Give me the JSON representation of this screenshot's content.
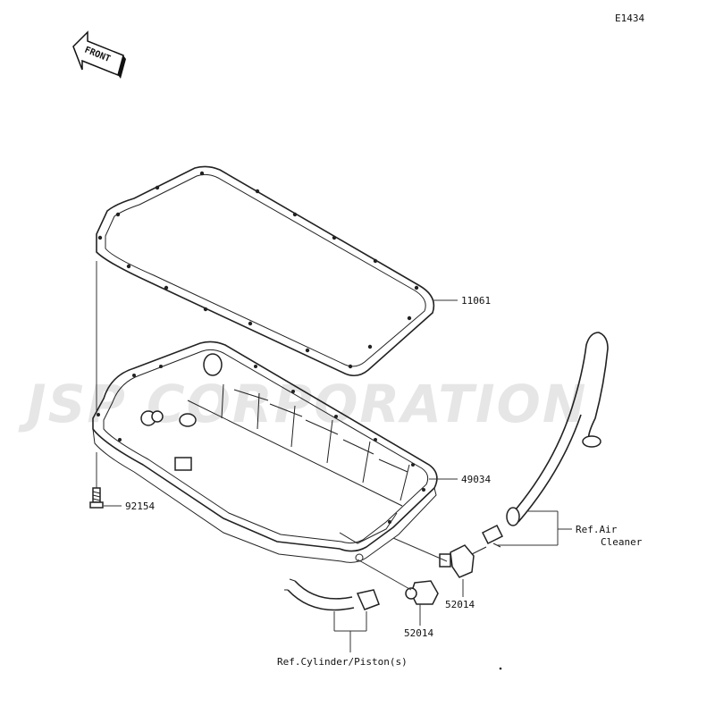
{
  "diagram": {
    "code": "E1434",
    "front_label": "FRONT",
    "watermark": "JSP CORPORATION",
    "parts": [
      {
        "number": "11061"
      },
      {
        "number": "49034"
      },
      {
        "number": "92154"
      },
      {
        "number": "52014"
      },
      {
        "number": "52014"
      }
    ],
    "references": {
      "air_cleaner_line1": "Ref.Air",
      "air_cleaner_line2": "Cleaner",
      "cylinder_piston": "Ref.Cylinder/Piston(s)"
    }
  }
}
